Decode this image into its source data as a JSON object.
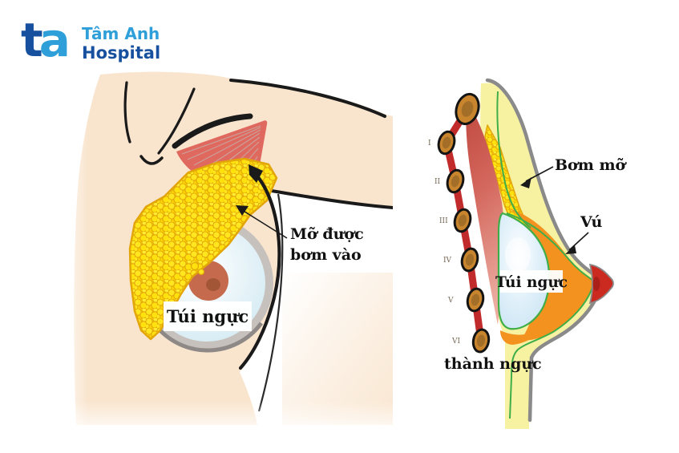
{
  "logo": {
    "mark_t": "t",
    "mark_a": "a",
    "line1": "Tâm Anh",
    "line2": "Hospital"
  },
  "left_diagram": {
    "fat_label_line1": "Mỡ được",
    "fat_label_line2": "bơm vào",
    "implant_label": "Túi ngực"
  },
  "right_diagram": {
    "fat_label": "Bơm mỡ",
    "breast_label": "Vú",
    "implant_label": "Túi ngực",
    "chest_wall_label": "thành ngực",
    "rib_numerals": [
      "I",
      "II",
      "III",
      "IV",
      "V",
      "VI"
    ]
  },
  "colors": {
    "skin": "#F9E5CE",
    "outline_black": "#1A1A1A",
    "muscle_pink": "#E0695F",
    "fat_yellow": "#FFDF00",
    "fat_outline": "#E2A50A",
    "implant_ring_gray": "#C6C1BD",
    "nipple_brown": "#C66A4E",
    "nipple_red": "#CB2A21",
    "skin_layer_yellow": "#F7F2A2",
    "gland_orange": "#F3921E",
    "fascia_green": "#3FAE49",
    "outline_gray": "#8A8A8A",
    "rib_band_red": "#C12B2B",
    "rib_brown": "#C8852D",
    "logo_dark_blue": "#16509F",
    "logo_light_blue": "#2E9FD9",
    "label_black": "#111111"
  }
}
